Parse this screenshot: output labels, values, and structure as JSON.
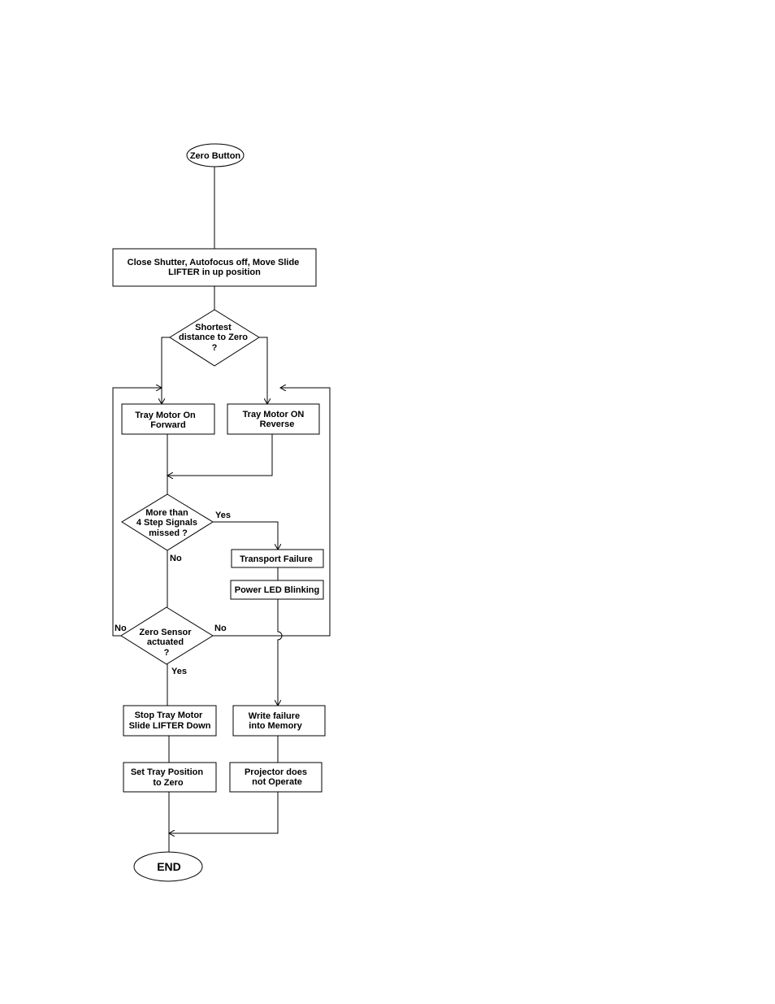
{
  "nodes": {
    "start": "Zero Button",
    "close_shutter": [
      "Close Shutter, Autofocus off, Move Slide",
      "LIFTER in up position"
    ],
    "shortest": [
      "Shortest",
      "distance to Zero",
      "?"
    ],
    "forward": [
      "Tray Motor On",
      "Forward"
    ],
    "reverse": [
      "Tray Motor ON",
      "Reverse"
    ],
    "more_than": [
      "More than",
      "4 Step Signals",
      "missed  ?"
    ],
    "transport_failure": "Transport Failure",
    "power_led": "Power LED Blinking",
    "zero_sensor": [
      "Zero Sensor",
      "actuated",
      "?"
    ],
    "stop_tray": [
      "Stop Tray Motor",
      "Slide LIFTER Down"
    ],
    "write_failure": [
      "Write failure",
      "into Memory"
    ],
    "set_tray": [
      "Set Tray Position",
      "to Zero"
    ],
    "projector": [
      "Projector does",
      "not Operate"
    ],
    "end": "END"
  },
  "labels": {
    "more_yes": "Yes",
    "more_no": "No",
    "zero_no_left": "No",
    "zero_no_right": "No",
    "zero_yes": "Yes"
  }
}
